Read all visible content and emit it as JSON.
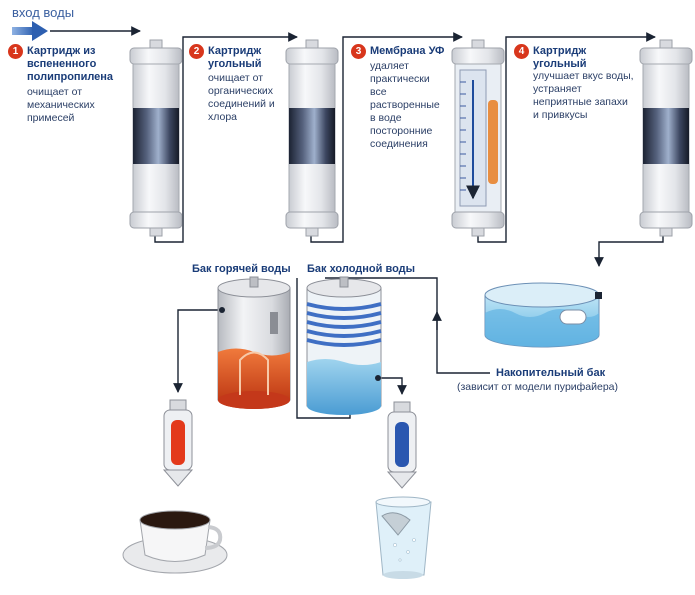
{
  "inlet": {
    "label": "вход воды"
  },
  "stages": [
    {
      "number": "1",
      "title": [
        "Картридж из",
        "вспененного",
        "полипропилена"
      ],
      "desc": [
        "очищает от",
        "механических",
        "примесей"
      ]
    },
    {
      "number": "2",
      "title": [
        "Картридж",
        "угольный"
      ],
      "desc": [
        "очищает от",
        "органических",
        "соединений и",
        "хлора"
      ]
    },
    {
      "number": "3",
      "title": [
        "Мембрана УФ"
      ],
      "desc": [
        "удаляет",
        "практически",
        "все",
        "растворенные",
        "в воде",
        "посторонние",
        "соединения"
      ]
    },
    {
      "number": "4",
      "title": [
        "Картридж",
        "угольный"
      ],
      "desc": [
        "улучшает вкус воды,",
        "устраняет",
        "неприятные запахи",
        "и привкусы"
      ]
    }
  ],
  "tanks": {
    "hot": {
      "label": "Бак горячей воды"
    },
    "cold": {
      "label": "Бак холодной воды"
    },
    "storage": {
      "label": "Накопительный бак",
      "note": "(зависит от модели пурифайера)"
    }
  },
  "colors": {
    "pipe": "#1b2433",
    "arrow": "#2d5fb0",
    "badge": "#d8361c",
    "title": "#1a3c78",
    "hot_water": "#e8501e",
    "cold_water": "#2f63b8",
    "ice_coil": "#3f6fc4"
  }
}
